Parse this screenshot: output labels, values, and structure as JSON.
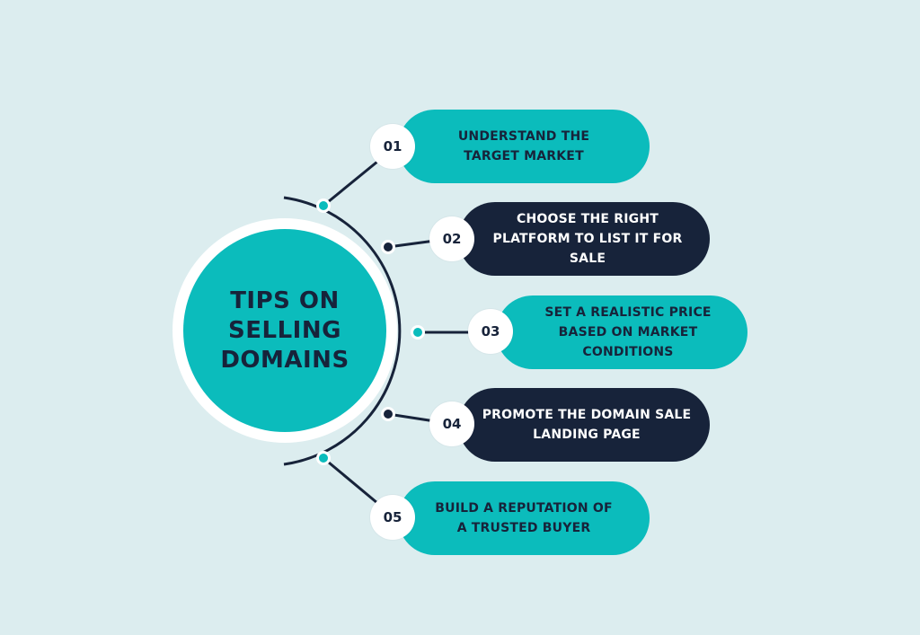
{
  "title": "TIPS ON SELLING DOMAINS",
  "colors": {
    "background": "#dcedef",
    "teal": "#0bbcbc",
    "navy": "#17233a",
    "white": "#ffffff"
  },
  "tips": [
    {
      "number": "01",
      "text": "UNDERSTAND THE TARGET MARKET",
      "style": "teal"
    },
    {
      "number": "02",
      "text": "CHOOSE THE RIGHT PLATFORM TO LIST IT FOR SALE",
      "style": "navy"
    },
    {
      "number": "03",
      "text": "SET A REALISTIC PRICE BASED ON MARKET CONDITIONS",
      "style": "teal"
    },
    {
      "number": "04",
      "text": "PROMOTE THE DOMAIN SALE LANDING PAGE",
      "style": "navy"
    },
    {
      "number": "05",
      "text": "BUILD A REPUTATION OF A TRUSTED BUYER",
      "style": "teal"
    }
  ]
}
